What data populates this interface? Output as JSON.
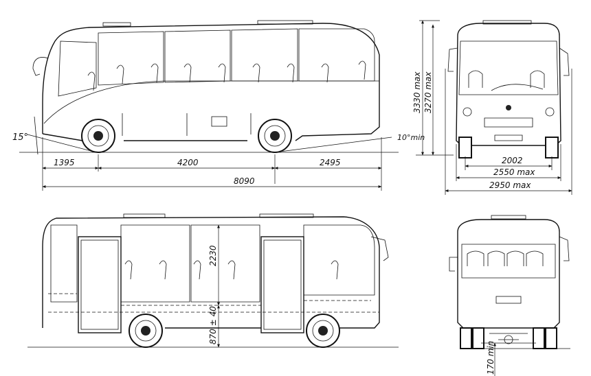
{
  "dimensions": {
    "front_overhang": "1395",
    "wheelbase": "4200",
    "rear_overhang": "2495",
    "overall_length": "8090",
    "approach_angle": "15°",
    "departure_angle": "10°min",
    "height_max": "3330 max",
    "height_max_2": "3270 max",
    "track": "2002",
    "width_body": "2550 max",
    "width_mirrors": "2950 max",
    "interior_height": "2230",
    "floor_height": "870 ± 40",
    "ground_clearance": "170 min"
  },
  "colors": {
    "line": "#111111",
    "background": "#ffffff"
  }
}
